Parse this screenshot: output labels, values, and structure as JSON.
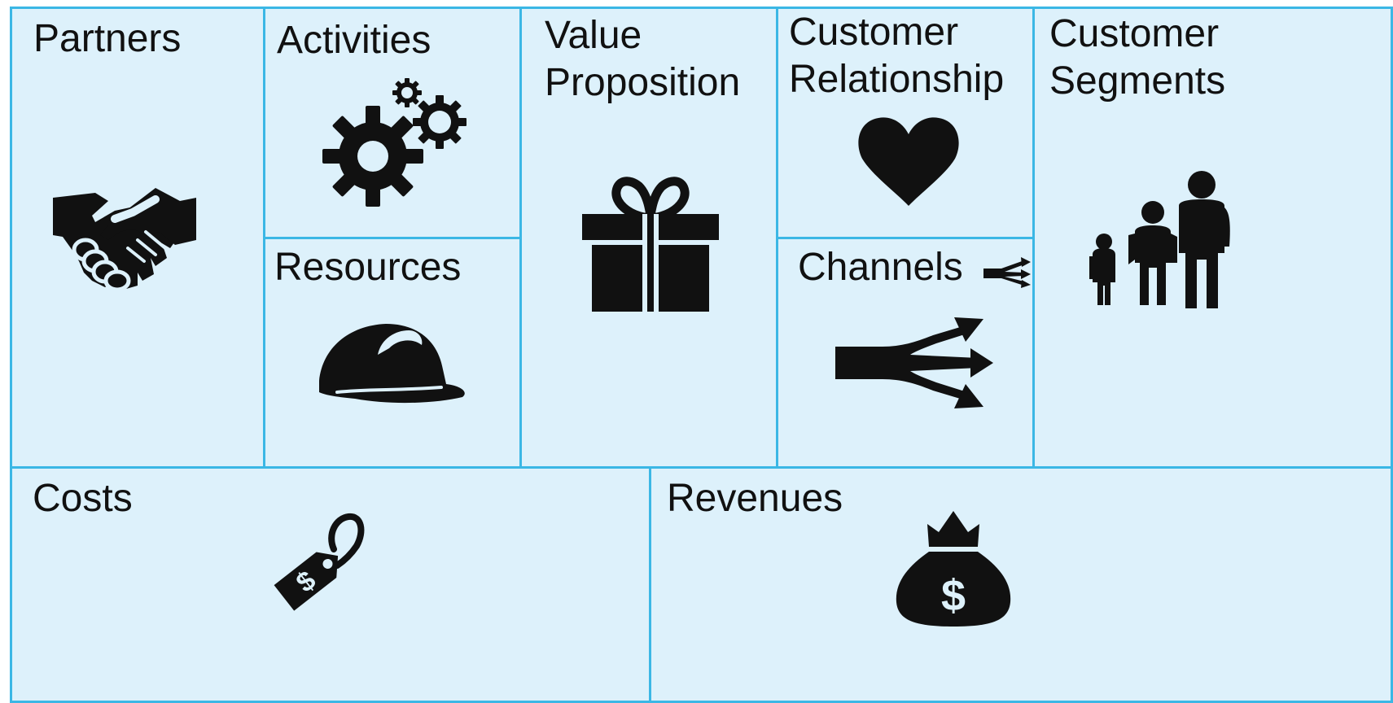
{
  "canvas": {
    "cell_fill": "#ddf1fb",
    "border_color": "#3bb7e5",
    "text_color": "#111111",
    "icon_color": "#111111"
  },
  "blocks": {
    "partners": {
      "label": "Partners",
      "icon": "handshake-icon"
    },
    "activities": {
      "label": "Activities",
      "icon": "gears-icon"
    },
    "resources": {
      "label": "Resources",
      "icon": "hard-hat-icon"
    },
    "value_proposition": {
      "label": "Value\nProposition",
      "icon": "gift-icon"
    },
    "customer_relationship": {
      "label": "Customer\nRelationship",
      "icon": "heart-icon"
    },
    "channels": {
      "label": "Channels",
      "icon": "branching-arrows-icon",
      "small_icon": "small-branching-arrows-icon"
    },
    "customer_segments": {
      "label": "Customer\nSegments",
      "icon": "family-icon"
    },
    "costs": {
      "label": "Costs",
      "icon": "price-tag-icon"
    },
    "revenues": {
      "label": "Revenues",
      "icon": "money-bag-icon"
    }
  }
}
